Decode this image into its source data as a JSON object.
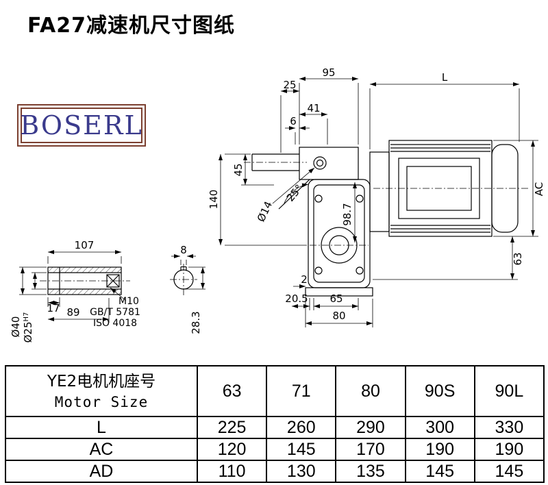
{
  "title": "FA27减速机尺寸图纸",
  "logo": {
    "text": "BOSERL",
    "border_color": "#7b3f2f",
    "text_color": "#3a3a8c"
  },
  "drawing": {
    "dims": {
      "w95": "95",
      "L": "L",
      "d25": "25",
      "d41": "41",
      "d6": "6",
      "d45": "45",
      "d140": "140",
      "dia14": "Ø14",
      "angle": "25°",
      "d98_7": "98.7",
      "AC": "AC",
      "d63": "63",
      "d2": "2",
      "d20_5": "20.5",
      "d65": "65",
      "d80": "80"
    },
    "shaft": {
      "d107": "107",
      "d17": "17",
      "d89": "89",
      "m10": "M10",
      "std1": "GB/T 5781",
      "std2": "ISO 4018",
      "dia40": "Ø40",
      "dia25": "Ø25",
      "tol": "H7",
      "d8": "8",
      "d28_3": "28.3"
    }
  },
  "table": {
    "header": {
      "label_cn": "YE2电机机座号",
      "label_en": "Motor Size",
      "sizes": [
        "63",
        "71",
        "80",
        "90S",
        "90L"
      ]
    },
    "rows": [
      {
        "label": "L",
        "values": [
          "225",
          "260",
          "290",
          "300",
          "330"
        ]
      },
      {
        "label": "AC",
        "values": [
          "120",
          "145",
          "170",
          "190",
          "190"
        ]
      },
      {
        "label": "AD",
        "values": [
          "110",
          "130",
          "135",
          "145",
          "145"
        ]
      }
    ]
  }
}
